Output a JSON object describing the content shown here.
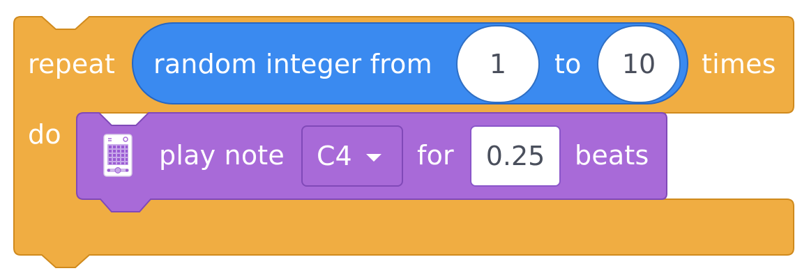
{
  "repeat_block": {
    "label_repeat": "repeat",
    "label_times": "times",
    "label_do": "do",
    "color": "#f0ad42"
  },
  "random_block": {
    "label": "random integer from",
    "from_value": "1",
    "label_to": "to",
    "to_value": "10",
    "color": "#3a8af0"
  },
  "play_block": {
    "label": "play note",
    "note_value": "C4",
    "label_for": "for",
    "beats_value": "0.25",
    "label_beats": "beats",
    "icon": "display-board-icon",
    "color": "#a86ad8"
  }
}
